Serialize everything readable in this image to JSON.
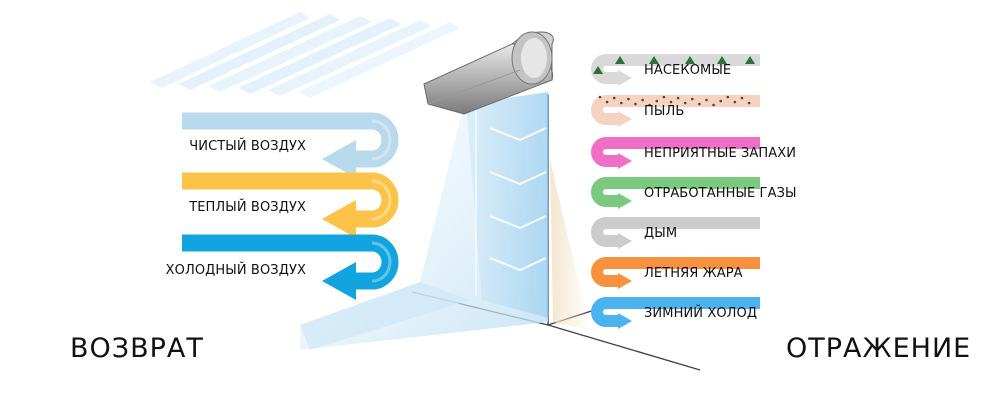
{
  "left_section": {
    "title": "ВОЗВРАТ",
    "flows": [
      {
        "label": "ЧИСТЫЙ ВОЗДУХ",
        "color": "#b9d9ec"
      },
      {
        "label": "ТЕПЛЫЙ ВОЗДУХ",
        "color": "#fbc347"
      },
      {
        "label": "ХОЛОДНЫЙ ВОЗДУХ",
        "color": "#12a4df"
      }
    ]
  },
  "right_section": {
    "title": "ОТРАЖЕНИЕ",
    "items": [
      {
        "label": "НАСЕКОМЫЕ",
        "color": "#d9d9d9",
        "pattern": "insects"
      },
      {
        "label": "ПЫЛЬ",
        "color": "#f4d3c2",
        "pattern": "dust"
      },
      {
        "label": "НЕПРИЯТНЫЕ ЗАПАХИ",
        "color": "#f06fc6"
      },
      {
        "label": "ОТРАБОТАННЫЕ ГАЗЫ",
        "color": "#7bc97f"
      },
      {
        "label": "ДЫМ",
        "color": "#cccccc"
      },
      {
        "label": "ЛЕТНЯЯ ЖАРА",
        "color": "#f7913e"
      },
      {
        "label": "ЗИМНИЙ ХОЛОД",
        "color": "#4ab3ee"
      }
    ]
  },
  "icons": {
    "curtain": "air-curtain-unit-icon",
    "airflow": "air-stream-icon"
  }
}
